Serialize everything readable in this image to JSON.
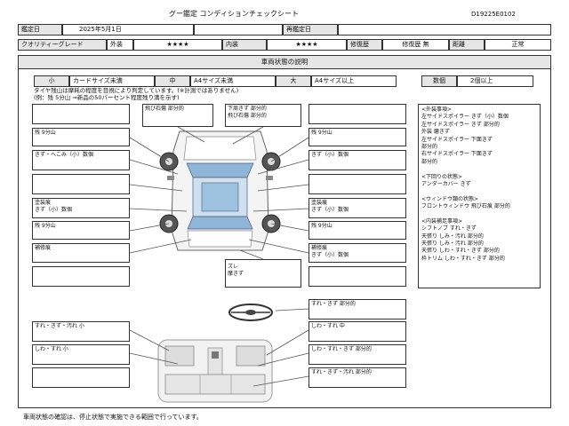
{
  "header": {
    "title": "グー鑑定 コンディションチェックシート",
    "doc_id": "D19225E0102"
  },
  "info": {
    "date_label": "鑑定日",
    "date_value": "2025年5月1日",
    "reappraisal_label": "再鑑定日",
    "reappraisal_value": "",
    "quality_label": "クオリティーグレード",
    "exterior_label": "外装",
    "exterior_stars": "★★★★",
    "interior_label": "内装",
    "interior_stars": "★★★★",
    "repair_label": "修復歴",
    "repair_value": "修復歴 無",
    "meter_label": "距離",
    "meter_value": "正常"
  },
  "section": {
    "title": "車両状態の説明"
  },
  "legend": {
    "small": "小",
    "small_desc": "カードサイズ未満",
    "medium": "中",
    "medium_desc": "A4サイズ未満",
    "large": "大",
    "large_desc": "A4サイズ以上",
    "count_label": "数個",
    "count_desc": "2個以上"
  },
  "tire_note": {
    "line1": "タイヤ残山は摩耗の程度を目視により判定しています。(※計測ではありません)",
    "line2": "(例：残 5分山 ⇒新品の50パーセント程度残り満を示す)"
  },
  "exterior": {
    "top_left_box": "飛び石傷 部分的",
    "top_right_box": "下周きず 部分的\n飛び石傷 部分的",
    "left_boxes": [
      "",
      "残 9分山",
      "きず・へこみ（小）数個",
      "",
      "塗装痕\nきず（小）数個",
      "残 9分山",
      "補修痕",
      ""
    ],
    "right_boxes": [
      "",
      "残 9分山",
      "きず（小）数個",
      "",
      "塗装痕\nきず（小）数個",
      "残 9分山",
      "補修痕\nきず（小）数個",
      ""
    ],
    "bottom_box": "ズレ\n摩きず"
  },
  "remarks": {
    "lines": [
      "<外装事項>",
      "左サイドスポイラー きず（小）数個",
      "左サイドスポイラー きず 部分的",
      "外装 磨きず",
      "左サイドスポイラー 下面きず",
      "部分的",
      "右サイドスポイラー 下面きず",
      "部分的",
      "",
      "<下回りの状態>",
      "アンダーカバー きず",
      "",
      "<ウィンドウ類の状態>",
      "フロントウィンドウ 飛び石痕 部分的",
      "",
      "<内装補足事項>",
      "シフトノブ すれ・きず",
      "天張り しみ・汚れ 部分的",
      "天張り しみ・汚れ 部分的",
      "天張り しわ・すれ・きず 部分的",
      "枠トリム しわ・すれ・きず 部分的"
    ]
  },
  "interior": {
    "steering_box": "すれ・きず 部分的",
    "left_boxes": [
      "すれ・きず・汚れ 小",
      "しわ・すれ 小",
      ""
    ],
    "right_boxes": [
      "しわ・すれ 中",
      "しわ・すれ・きず 部分的",
      "すれ・きず・汚れ 部分的"
    ]
  },
  "footer": {
    "text": "車両状態の確認は、停止状態で実施できる範囲で行っています。"
  }
}
